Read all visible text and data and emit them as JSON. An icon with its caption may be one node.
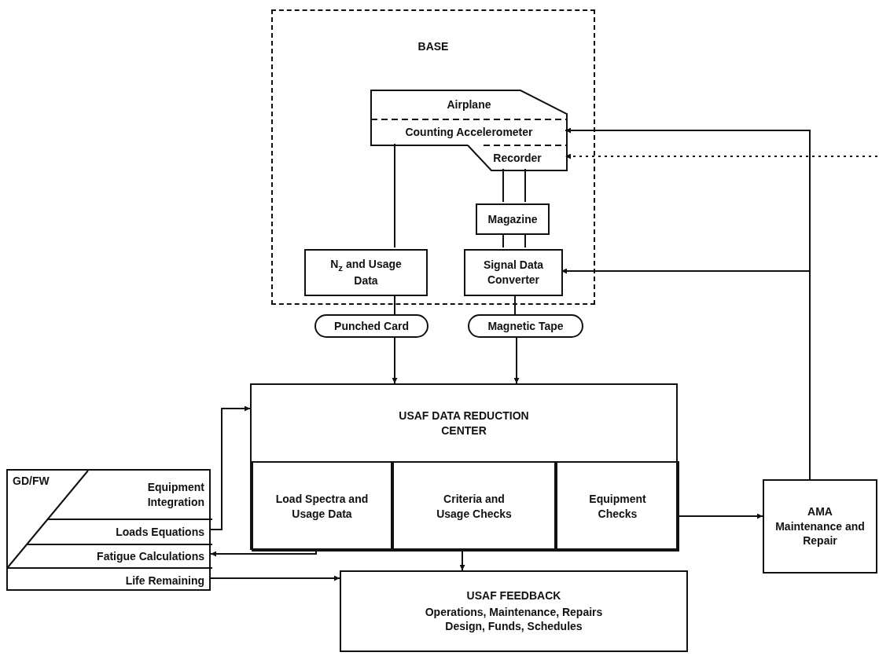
{
  "diagram": {
    "nodes": [
      {
        "text": [
          "BASE"
        ]
      },
      {
        "text": [
          "Airplane"
        ],
        "in": 0
      },
      {
        "text": [
          "Counting Accelerometer"
        ],
        "in": 0
      },
      {
        "text": [
          "Recorder"
        ],
        "in": 0
      },
      {
        "text": [
          "Magazine"
        ],
        "in": 0
      },
      {
        "text": [
          "N$_{z}$ and Usage Data"
        ],
        "in": 0
      },
      {
        "text": [
          "Signal Data Converter"
        ],
        "in": 0
      },
      {
        "text": [
          "Punched Card"
        ]
      },
      {
        "text": [
          "Magnetic Tape"
        ]
      },
      {
        "text": [
          "USAF DATA REDUCTION CENTER"
        ]
      },
      {
        "text": [
          "Load Spectra and Usage Data"
        ],
        "in": 9
      },
      {
        "text": [
          "Criteria and Usage Checks"
        ],
        "in": 9
      },
      {
        "text": [
          "Equipment Checks"
        ],
        "in": 9
      },
      {
        "text": [
          "GD/FW"
        ]
      },
      {
        "text": [
          "Equipment Integration"
        ],
        "in": 13
      },
      {
        "text": [
          "Loads Equations"
        ],
        "in": 13
      },
      {
        "text": [
          "Fatigue Calculations"
        ],
        "in": 13
      },
      {
        "text": [
          "Life Remaining"
        ],
        "in": 13
      },
      {
        "text": [
          "AMA",
          "Maintenance and Repair"
        ]
      },
      {
        "text": [
          "USAF FEEDBACK",
          "Operations, Maintenance, Repairs Design, Funds, Schedules"
        ]
      }
    ],
    "edges": [
      {
        "from": 2,
        "to": 5,
        "arrow": "none"
      },
      {
        "from": 3,
        "to": 4,
        "arrow": "none"
      },
      {
        "from": 4,
        "to": 6,
        "arrow": "none"
      },
      {
        "from": 5,
        "to": 7,
        "arrow": "none"
      },
      {
        "from": 6,
        "to": 8,
        "arrow": "none"
      },
      {
        "from": 7,
        "to": 9,
        "arrow": "to"
      },
      {
        "from": 8,
        "to": 9,
        "arrow": "to"
      },
      {
        "from": 15,
        "to": 9,
        "arrow": "to"
      },
      {
        "from": 10,
        "to": 16,
        "arrow": "to"
      },
      {
        "from": 11,
        "to": 19,
        "arrow": "to"
      },
      {
        "from": 17,
        "to": 19,
        "arrow": "to"
      },
      {
        "from": 12,
        "to": 18,
        "arrow": "to"
      },
      {
        "from": 18,
        "to": 2,
        "arrow": "to"
      },
      {
        "from": 18,
        "to": 6,
        "arrow": "to"
      },
      {
        "from": null,
        "to": 3,
        "arrow": "to",
        "style": "dashed"
      }
    ]
  }
}
